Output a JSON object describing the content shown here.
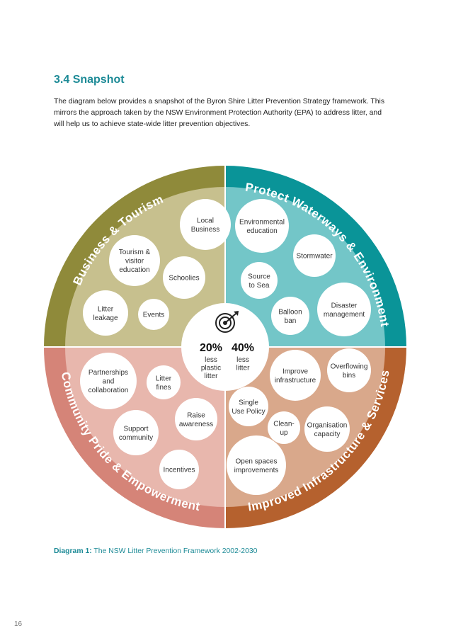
{
  "section": {
    "heading": "3.4 Snapshot",
    "intro": "The diagram below provides a snapshot of the Byron Shire Litter Prevention Strategy framework. This mirrors the approach taken by the NSW Environment Protection Authority (EPA) to address litter, and will help us to achieve state-wide litter prevention objectives."
  },
  "diagram": {
    "quadrants": [
      {
        "id": "business-tourism",
        "title": "Business & Tourism",
        "outer_color": "#8f8a3a",
        "inner_color": "#c7c08e",
        "items": [
          [
            "Local",
            "Business"
          ],
          [
            "Tourism &",
            "visitor",
            "education"
          ],
          [
            "Schoolies"
          ],
          [
            "Litter",
            "leakage"
          ],
          [
            "Events"
          ]
        ]
      },
      {
        "id": "protect-waterways",
        "title": "Protect Waterways & Environment",
        "outer_color": "#0a9498",
        "inner_color": "#73c6c8",
        "items": [
          [
            "Environmental",
            "education"
          ],
          [
            "Stormwater"
          ],
          [
            "Source",
            "to Sea"
          ],
          [
            "Balloon",
            "ban"
          ],
          [
            "Disaster",
            "management"
          ]
        ]
      },
      {
        "id": "community-pride",
        "title": "Community Pride & Empowerment",
        "outer_color": "#d58478",
        "inner_color": "#e8b7ad",
        "items": [
          [
            "Partnerships",
            "and",
            "collaboration"
          ],
          [
            "Litter",
            "fines"
          ],
          [
            "Raise",
            "awareness"
          ],
          [
            "Support",
            "community"
          ],
          [
            "Incentives"
          ]
        ]
      },
      {
        "id": "improved-infrastructure",
        "title": "Improved Infrastructure & Services",
        "outer_color": "#b5612e",
        "inner_color": "#d9a88b",
        "items": [
          [
            "Improve",
            "infrastructure"
          ],
          [
            "Overflowing",
            "bins"
          ],
          [
            "Single",
            "Use Policy"
          ],
          [
            "Clean-",
            "up"
          ],
          [
            "Organisation",
            "capacity"
          ],
          [
            "Open spaces",
            "improvements"
          ]
        ]
      }
    ],
    "center": {
      "icon": "target-icon",
      "stats": [
        {
          "value": "20%",
          "text": [
            "less",
            "plastic",
            "litter"
          ]
        },
        {
          "value": "40%",
          "text": [
            "less",
            "litter"
          ]
        }
      ]
    }
  },
  "caption": {
    "label": "Diagram 1:",
    "text": "The NSW Litter Prevention Framework 2002-2030"
  },
  "page_number": "16",
  "colors": {
    "heading": "#1c8a96",
    "bubble": "#ffffff"
  }
}
